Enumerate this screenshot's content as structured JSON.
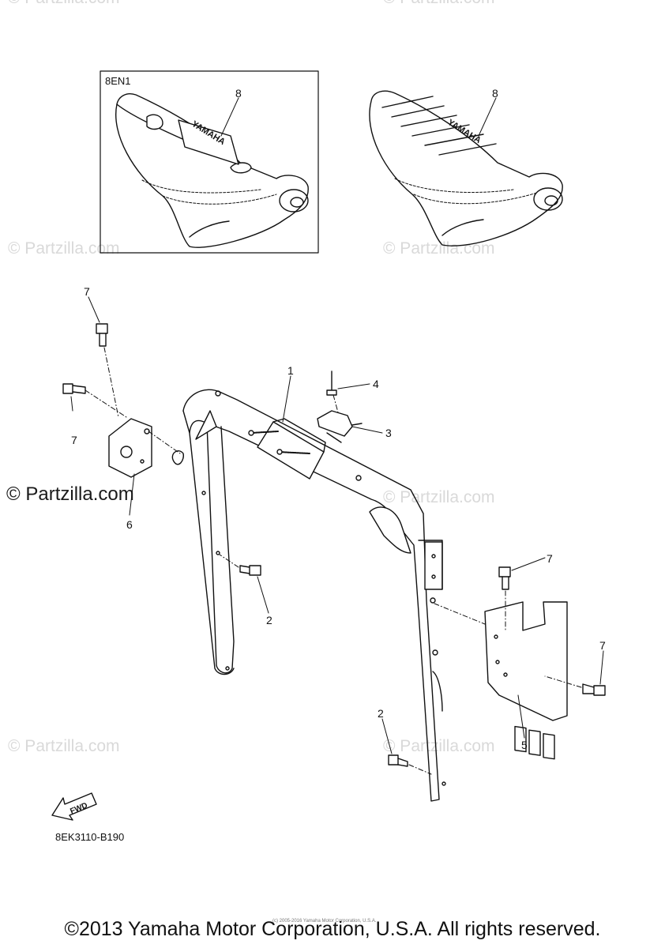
{
  "watermark": {
    "text": "© Partzilla.com",
    "main_text": "© Partzilla.com"
  },
  "inset": {
    "label": "8EN1"
  },
  "callouts": [
    {
      "id": "c8a",
      "number": "8"
    },
    {
      "id": "c8b",
      "number": "8"
    },
    {
      "id": "c7a",
      "number": "7"
    },
    {
      "id": "c7b",
      "number": "7"
    },
    {
      "id": "c1",
      "number": "1"
    },
    {
      "id": "c4",
      "number": "4"
    },
    {
      "id": "c3",
      "number": "3"
    },
    {
      "id": "c6",
      "number": "6"
    },
    {
      "id": "c2a",
      "number": "2"
    },
    {
      "id": "c7c",
      "number": "7"
    },
    {
      "id": "c7d",
      "number": "7"
    },
    {
      "id": "c5",
      "number": "5"
    },
    {
      "id": "c2b",
      "number": "2"
    }
  ],
  "seat_brand": "YAMAHA",
  "fwd_label": "FWD",
  "diagram_code": "8EK3110-B190",
  "tiny_notice": "(c) 2005-2016 Yamaha Motor Corporation, U.S.A.",
  "copyright": "©2013 Yamaha Motor Corporation, U.S.A. All rights reserved."
}
